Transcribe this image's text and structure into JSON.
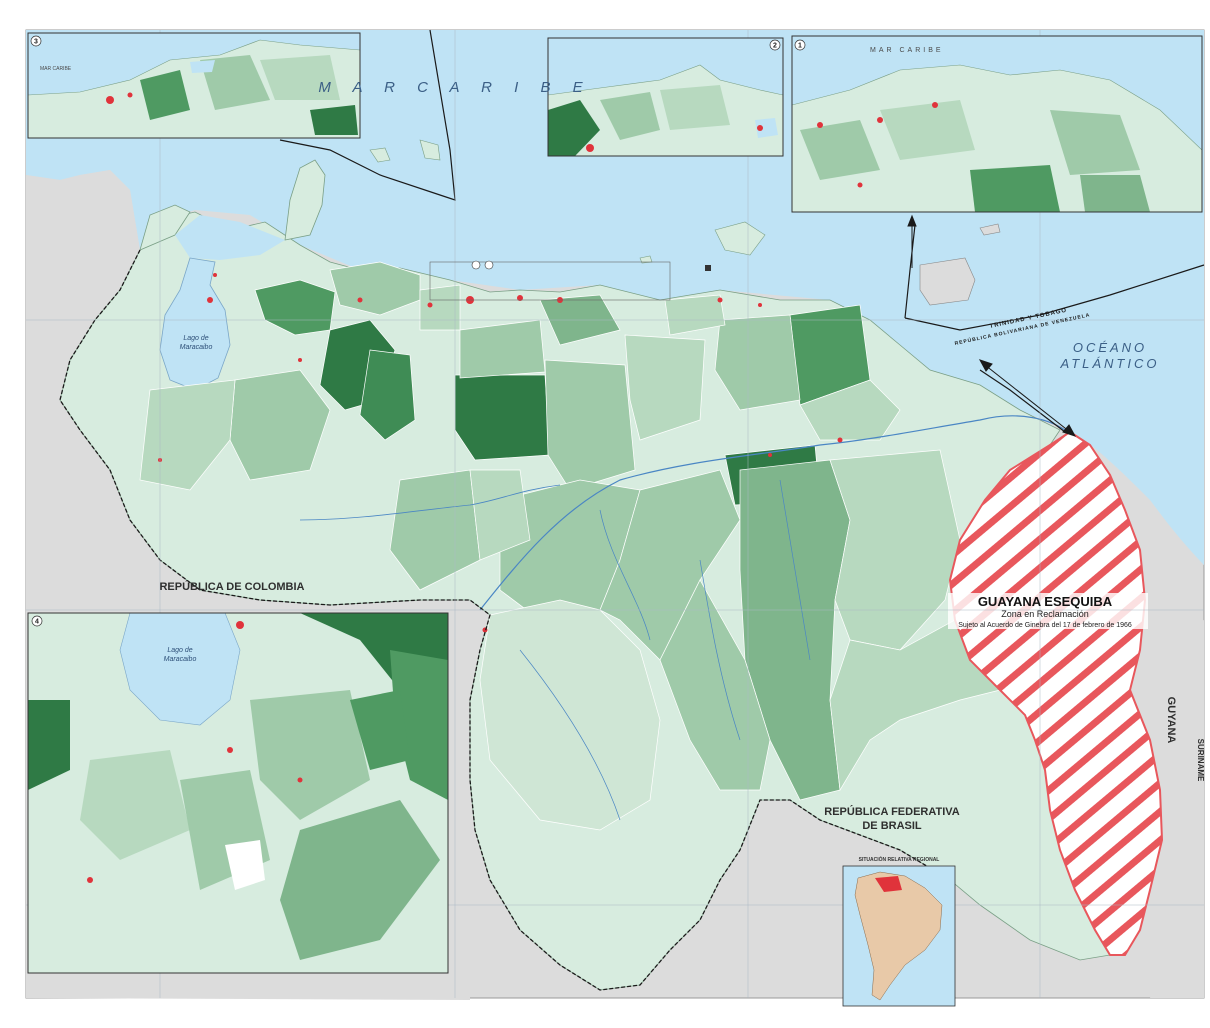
{
  "seas": {
    "caribbean_main": "M A R   C A R I B E",
    "caribbean_inset1": "MAR CARIBE",
    "caribbean_inset3": "MAR CARIBE",
    "ocean_line1": "OCÉANO",
    "ocean_line2": "ATLÁNTICO"
  },
  "countries": {
    "colombia": "REPÚBLICA DE COLOMBIA",
    "brasil_line1": "REPÚBLICA FEDERATIVA",
    "brasil_line2": "DE BRASIL",
    "guyana": "GUYANA",
    "suriname": "SURINAME",
    "trinidad": "TRINIDAD Y TOBAGO",
    "venezuela_border": "REPÚBLICA BOLIVARIANA DE VENEZUELA"
  },
  "claim": {
    "title": "GUAYANA ESEQUIBA",
    "line1": "Zona en Reclamación",
    "line2": "Sujeto al Acuerdo de Ginebra del 17 de febrero de 1966"
  },
  "lakes": {
    "maracaibo_line1": "Lago de",
    "maracaibo_line2": "Maracaibo"
  },
  "locator": {
    "title": "SITUACIÓN RELATIVA REGIONAL"
  },
  "insets": {
    "inset_a_num": "4",
    "inset_b_num": "3",
    "inset_c_num": "1",
    "inset_d_num": "2"
  },
  "colors": {
    "sea": "#bfe3f5",
    "land_foreign": "#dcdcdc",
    "land_light": "#d7ecdf",
    "land_mid": "#9fcaa9",
    "land_dark": "#4f9a62",
    "land_darkest": "#2f7a45",
    "urban": "#e0333b",
    "claim_stripe": "#e8575c",
    "border": "#1a1a1a"
  }
}
